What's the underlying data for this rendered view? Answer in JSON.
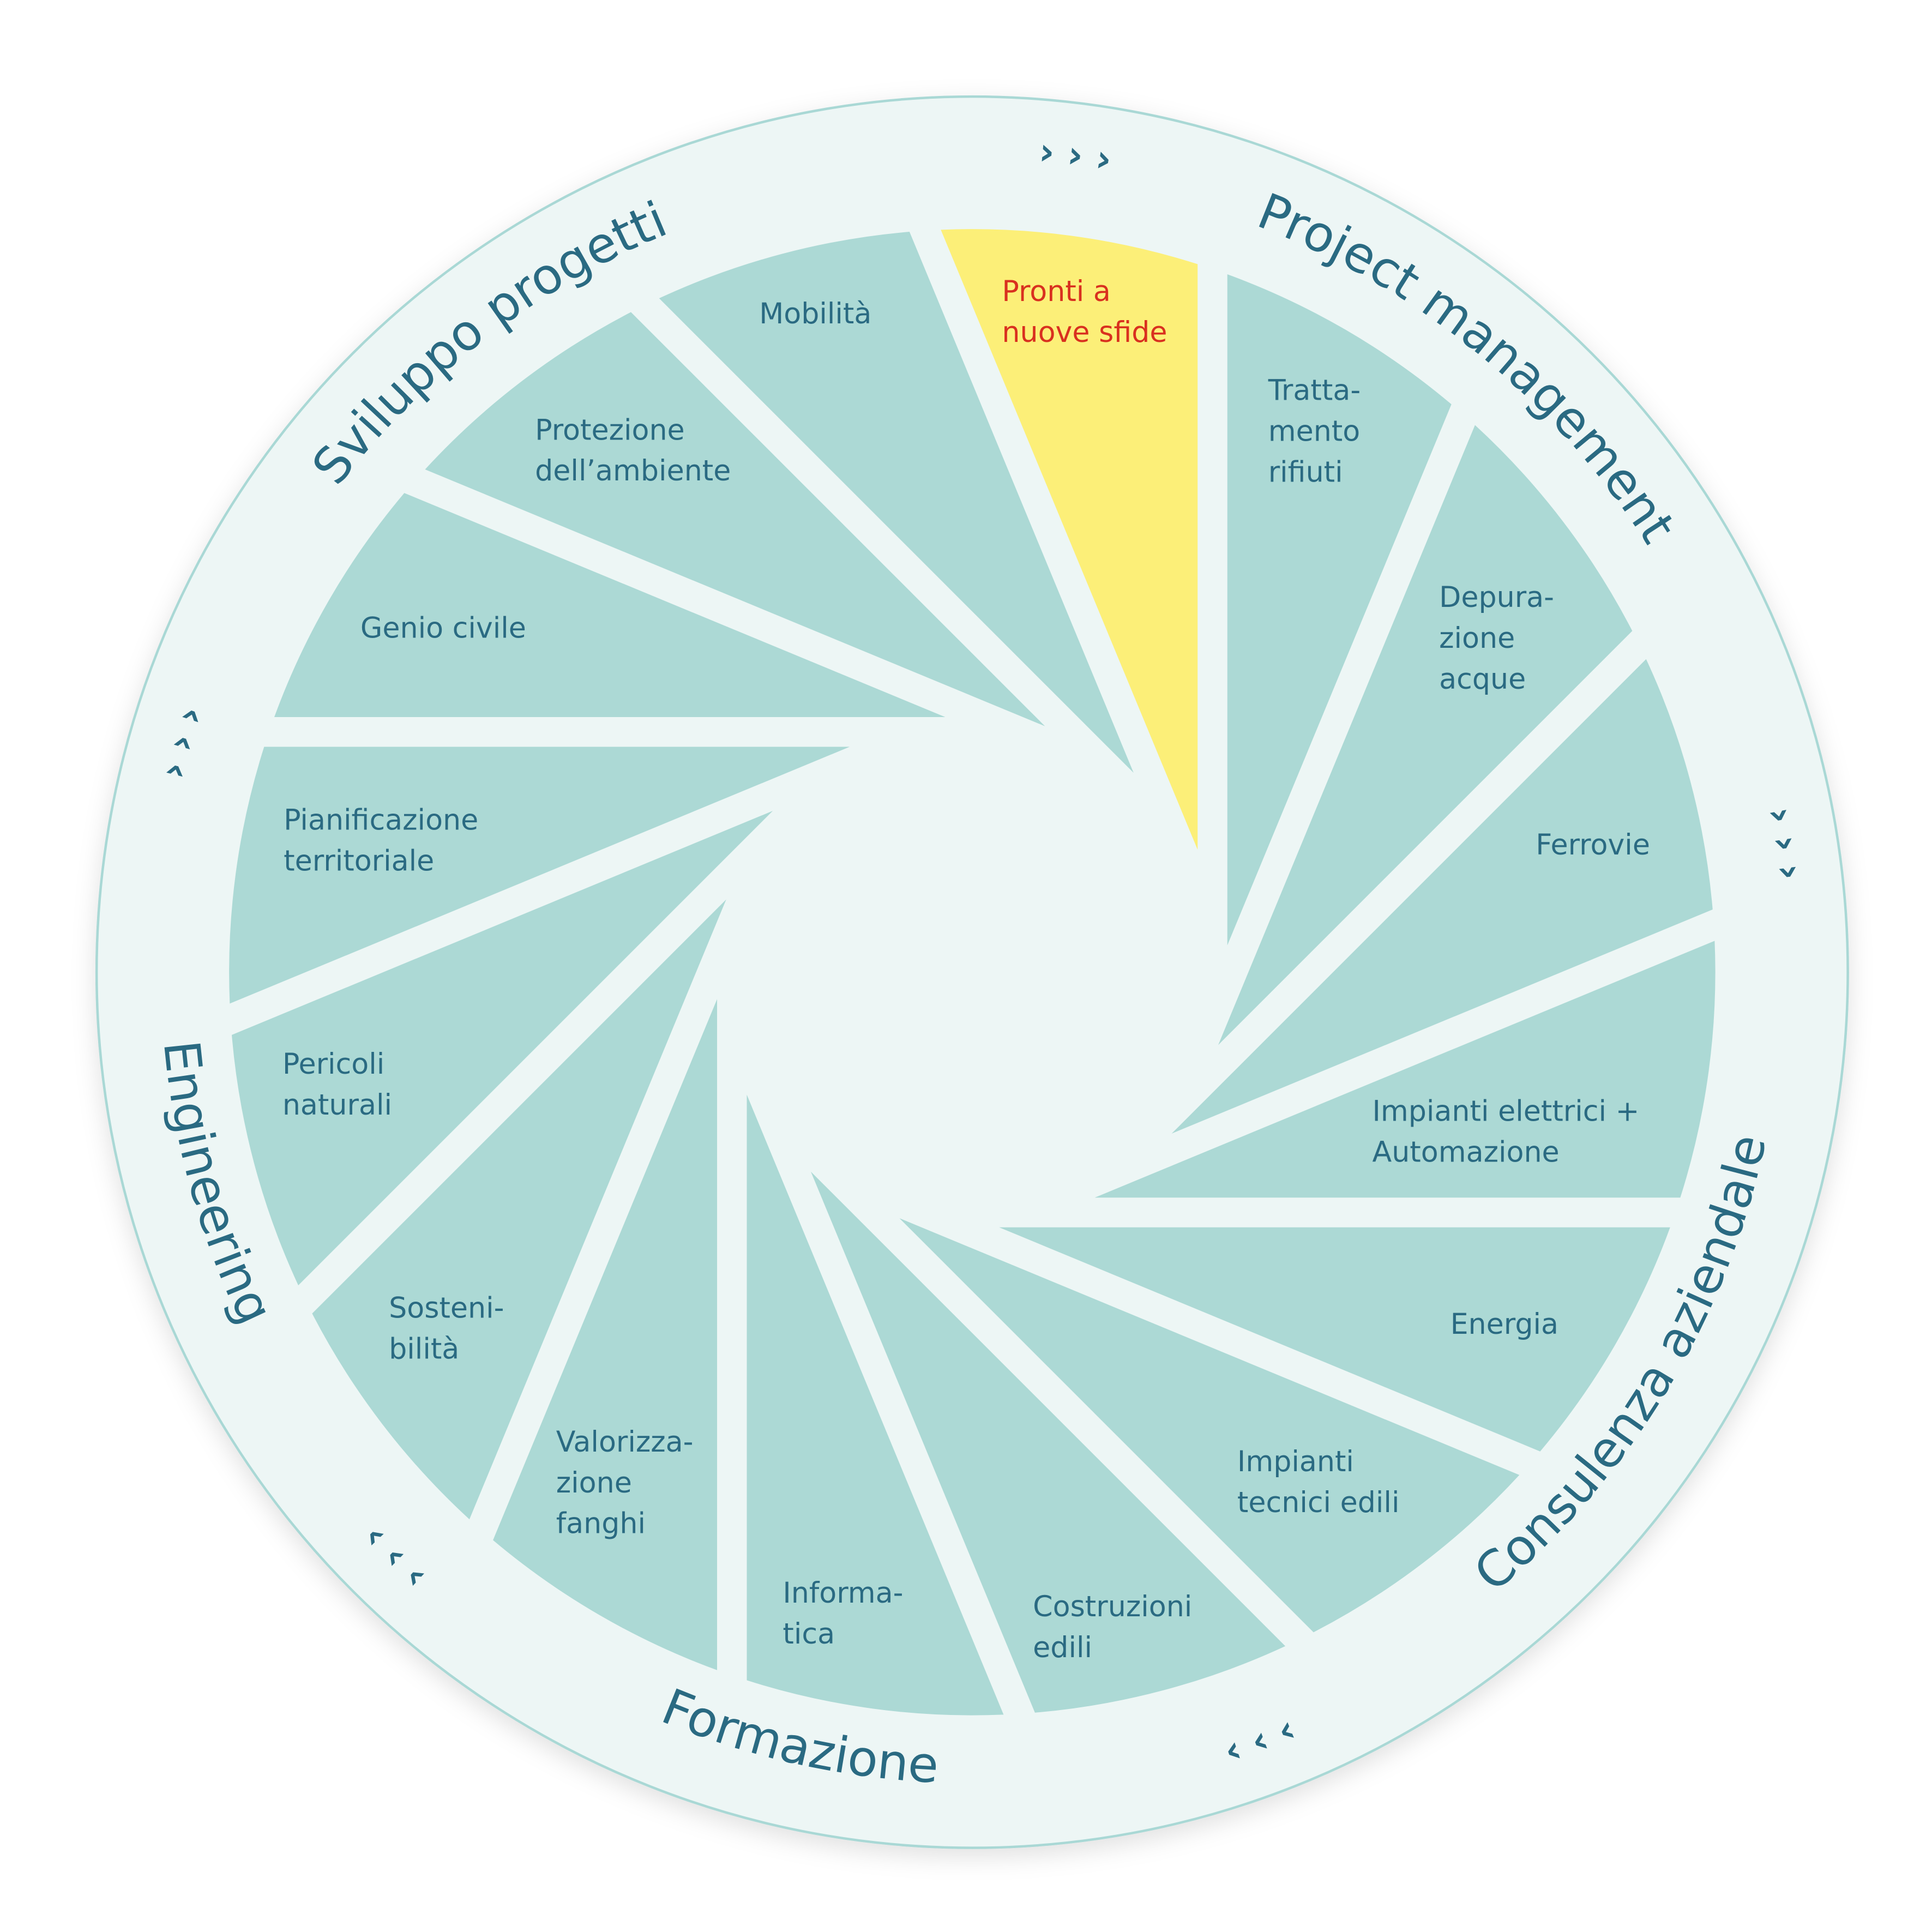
{
  "colors": {
    "background": "#ffffff",
    "disc": "#edf6f5",
    "disc_border": "#a9d8d5",
    "blade": "#acd9d5",
    "highlight_blade": "#fcef78",
    "text": "#2a6a82",
    "highlight_text": "#d9301f"
  },
  "segments": [
    {
      "lines": [
        "Pronti a",
        "nuove sfide"
      ],
      "highlight": true
    },
    {
      "lines": [
        "Tratta-",
        "mento",
        "rifiuti"
      ]
    },
    {
      "lines": [
        "Depura-",
        "zione",
        "acque"
      ]
    },
    {
      "lines": [
        "Ferrovie"
      ]
    },
    {
      "lines": [
        "Impianti elettrici +",
        "Automazione"
      ]
    },
    {
      "lines": [
        "Energia"
      ]
    },
    {
      "lines": [
        "Impianti",
        "tecnici edili"
      ]
    },
    {
      "lines": [
        "Costruzioni",
        "edili"
      ]
    },
    {
      "lines": [
        "Informa-",
        "tica"
      ]
    },
    {
      "lines": [
        "Valorizza-",
        "zione",
        "fanghi"
      ]
    },
    {
      "lines": [
        "Sosteni-",
        "bilità"
      ]
    },
    {
      "lines": [
        "Pericoli",
        "naturali"
      ]
    },
    {
      "lines": [
        "Pianificazione",
        "territoriale"
      ]
    },
    {
      "lines": [
        "Genio civile"
      ]
    },
    {
      "lines": [
        "Protezione",
        "dell’ambiente"
      ]
    },
    {
      "lines": [
        "Mobilità"
      ]
    }
  ],
  "categories": {
    "sviluppo": "Sviluppo progetti",
    "project": "Project management",
    "consulenza": "Consulenza aziendale",
    "formazione": "Formazione",
    "engineering": "Engineering"
  },
  "chevrons": {
    "icon": "chevron-right-icon",
    "glyph": "›  ›  ›"
  }
}
